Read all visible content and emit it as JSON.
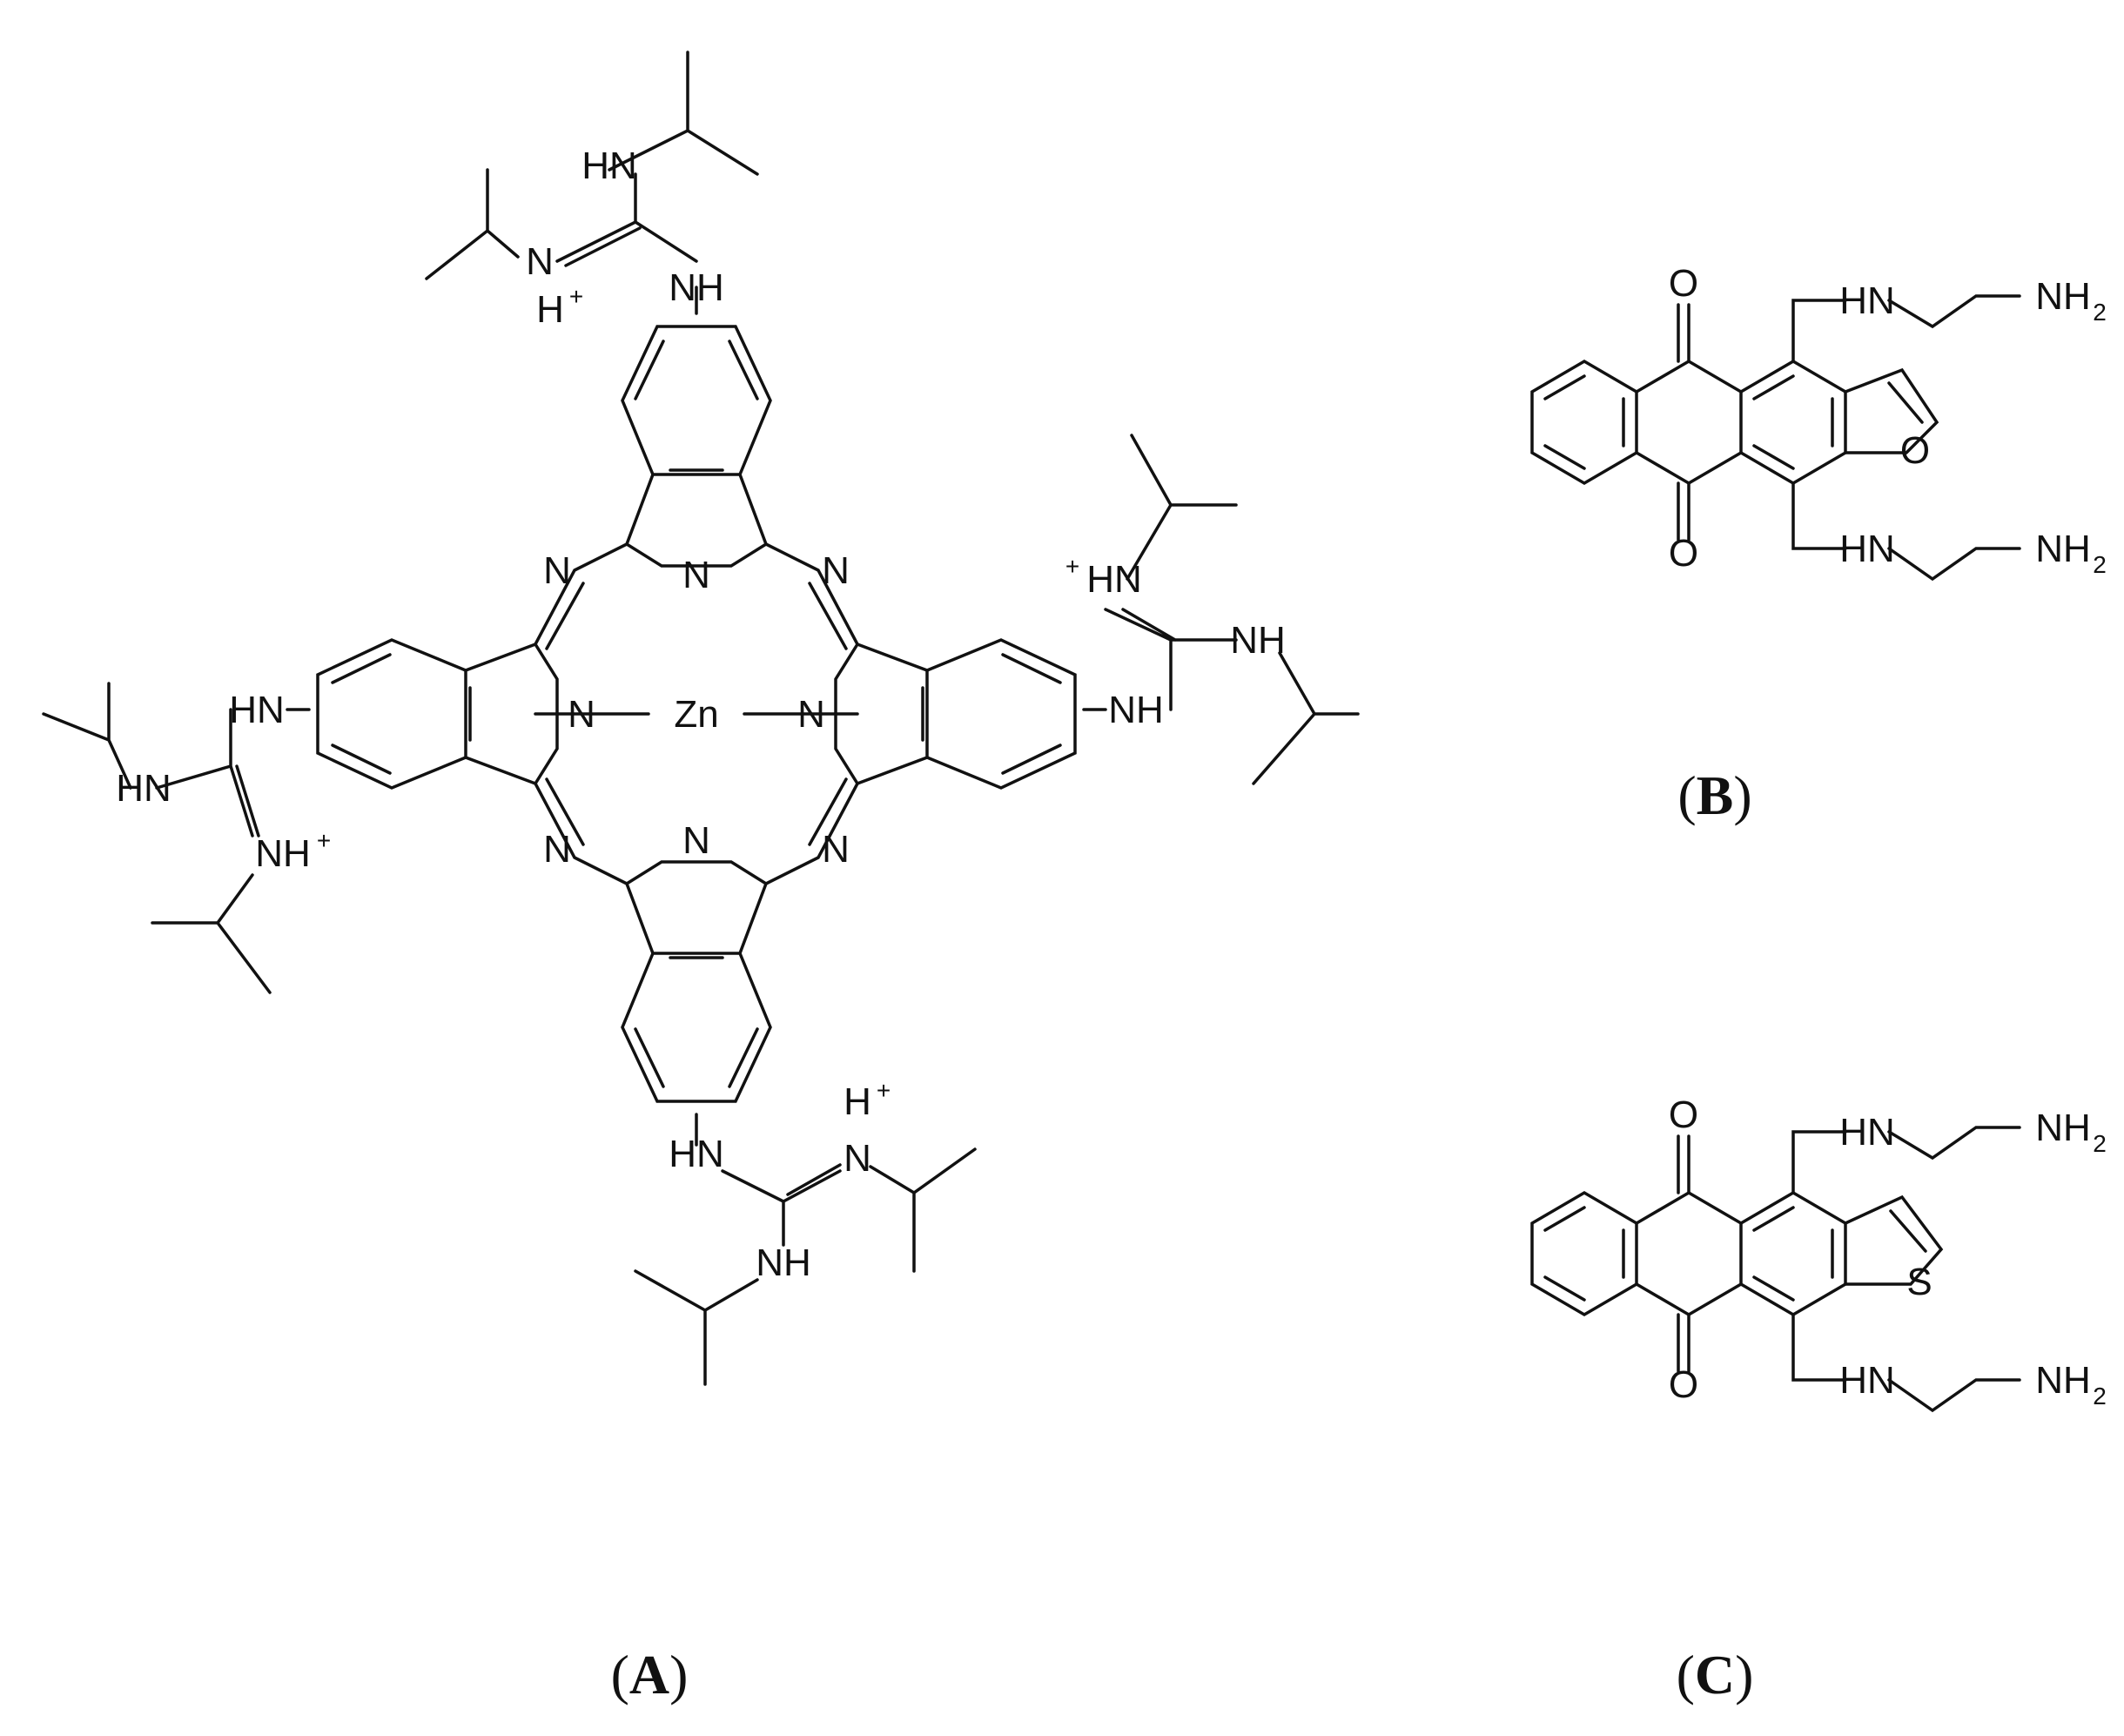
{
  "panels": [
    {
      "id": "A",
      "label_open": "(",
      "label_letter": "A",
      "label_close": ")",
      "molecule": "zinc phthalocyanine with four isopropylguanidinium substituents",
      "atoms": {
        "metal": "Zn",
        "core_n": "N",
        "nh": "NH",
        "hn": "HN",
        "nh_plus": "NH",
        "plus_hn": "HN",
        "n_plus": "N",
        "h_plus": "H",
        "plus": "+"
      }
    },
    {
      "id": "B",
      "label_open": "(",
      "label_letter": "B",
      "label_close": ")",
      "molecule": "4,11-bis(2-aminoethylamino)anthra[2,3-b]furan-5,10-dione",
      "atoms": {
        "oxo": "O",
        "ring_hetero": "O",
        "hn": "HN",
        "nh2": "NH",
        "sub2": "2"
      }
    },
    {
      "id": "C",
      "label_open": "(",
      "label_letter": "C",
      "label_close": ")",
      "molecule": "4,11-bis(2-aminoethylamino)anthra[2,3-b]thiophene-5,10-dione",
      "atoms": {
        "oxo": "O",
        "ring_hetero": "S",
        "hn": "HN",
        "nh2": "NH",
        "sub2": "2"
      }
    }
  ]
}
